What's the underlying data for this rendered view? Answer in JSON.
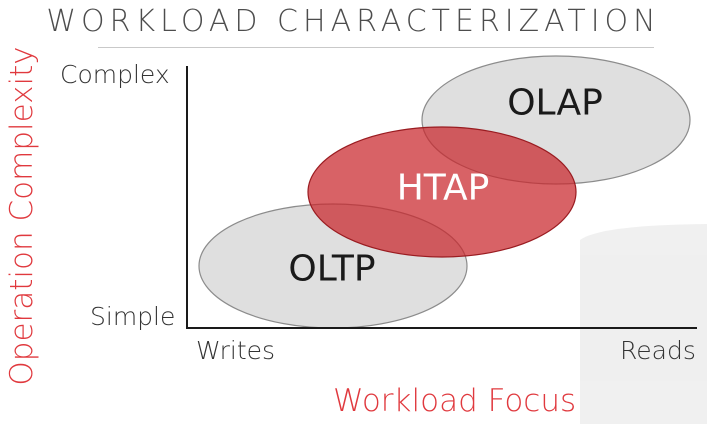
{
  "title": "WORKLOAD CHARACTERIZATION",
  "axes": {
    "y_label": "Operation Complexity",
    "x_label": "Workload Focus",
    "y_ticks": {
      "top": "Complex",
      "bottom": "Simple"
    },
    "x_ticks": {
      "left": "Writes",
      "right": "Reads"
    }
  },
  "workloads": {
    "olap": {
      "label": "OLAP",
      "fill": "#d9d9d9",
      "stroke": "#8c8c8c"
    },
    "htap": {
      "label": "HTAP",
      "fill": "#c9252b",
      "stroke": "#9a1c21"
    },
    "oltp": {
      "label": "OLTP",
      "fill": "#d9d9d9",
      "stroke": "#8c8c8c"
    }
  },
  "colors": {
    "accent": "#e0393e",
    "text": "#333333",
    "axis": "#1a1a1a",
    "title_rule": "#c9c9c9"
  }
}
